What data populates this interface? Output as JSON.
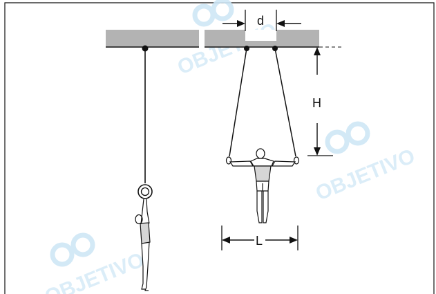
{
  "labels": {
    "d": "d",
    "H": "H",
    "L": "L"
  },
  "watermark": {
    "text": "OBJETIVO",
    "color": "#d8ecf8"
  },
  "colors": {
    "ceiling": "#b3b3b3",
    "line": "#111111",
    "background": "#ffffff"
  }
}
